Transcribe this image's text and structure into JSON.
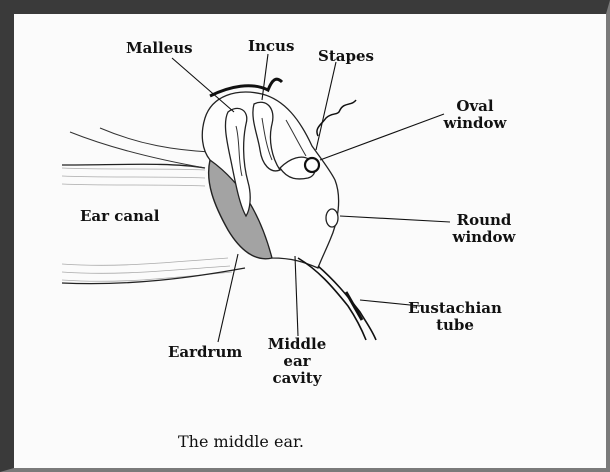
{
  "labels": {
    "malleus": "Malleus",
    "incus": "Incus",
    "stapes": "Stapes",
    "oval_window": [
      "Oval",
      "window"
    ],
    "round_window": [
      "Round",
      "window"
    ],
    "ear_canal": "Ear canal",
    "eustachian_tube": [
      "Eustachian",
      "tube"
    ],
    "eardrum": "Eardrum",
    "middle_ear_cavity": [
      "Middle",
      "ear",
      "cavity"
    ]
  },
  "caption": "The middle ear.",
  "colors": {
    "ink": "#111111",
    "frame": "#3a3a3a",
    "shade": "#9a9a9a"
  }
}
